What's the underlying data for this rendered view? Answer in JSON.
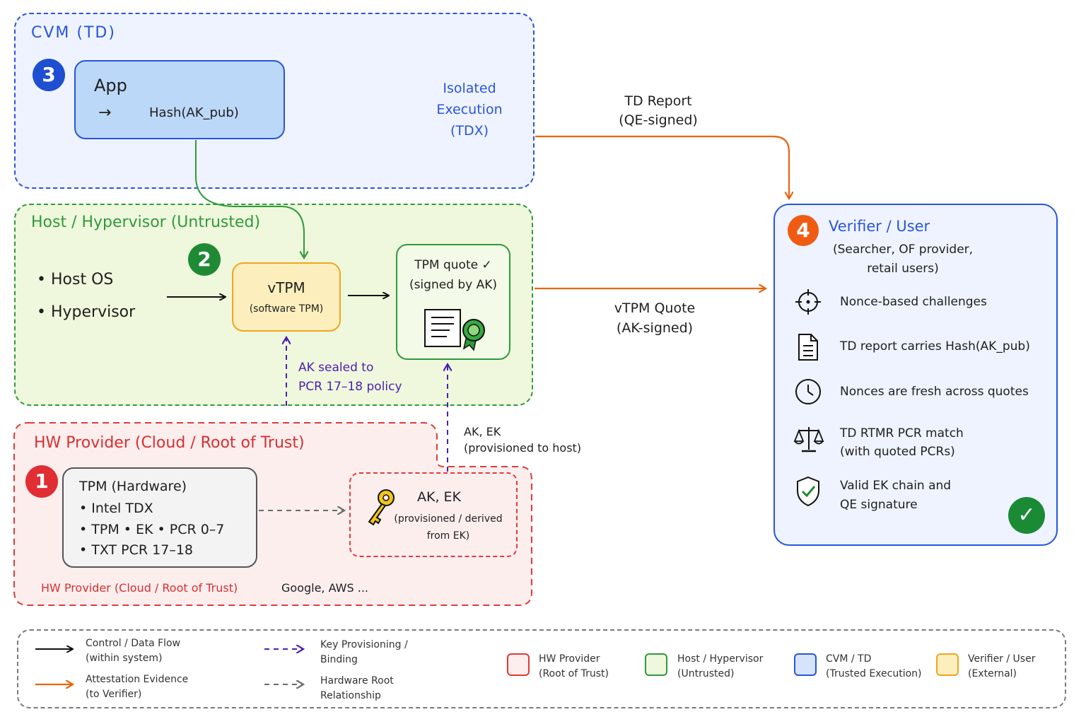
{
  "cvm": {
    "title": "CVM (TD)",
    "badge": "3",
    "app_title": "App",
    "app_arrow": "→",
    "app_hash": "Hash(AK_pub)",
    "isolated": [
      "Isolated",
      "Execution",
      "(TDX)"
    ]
  },
  "host": {
    "title": "Host / Hypervisor (Untrusted)",
    "badge": "2",
    "items": [
      "Host OS",
      "Hypervisor"
    ],
    "vtpm_title": "vTPM",
    "vtpm_sub": "(software TPM)",
    "quote_title": "TPM quote ✓",
    "quote_sub": "(signed by AK)",
    "sealed": [
      "AK sealed to",
      "PCR 17–18 policy"
    ]
  },
  "hw": {
    "title": "HW Provider (Cloud / Root of Trust)",
    "badge": "1",
    "tpm_title": "TPM (Hardware)",
    "tpm_items": [
      "Intel TDX",
      "TPM • EK • PCR 0–7",
      "TXT PCR 17–18"
    ],
    "keys_title": "AK, EK",
    "keys_sub": [
      "(provisioned / derived",
      "from EK)"
    ],
    "footer_red": "HW Provider (Cloud / Root of Trust)",
    "footer_black": "Google, AWS ..."
  },
  "flows": {
    "td_report": [
      "TD Report",
      "(QE-signed)"
    ],
    "vtpm_quote": [
      "vTPM Quote",
      "(AK-signed)"
    ],
    "ak_ek": [
      "AK, EK",
      "(provisioned to host)"
    ]
  },
  "verifier": {
    "badge": "4",
    "title": "Verifier / User",
    "sub": [
      "(Searcher, OF provider,",
      "retail users)"
    ],
    "checks": [
      {
        "icon": "crosshair-icon",
        "lines": [
          "Nonce-based challenges"
        ]
      },
      {
        "icon": "document-icon",
        "lines": [
          "TD report carries Hash(AK_pub)"
        ]
      },
      {
        "icon": "clock-icon",
        "lines": [
          "Nonces are fresh across quotes"
        ]
      },
      {
        "icon": "scales-icon",
        "lines": [
          "TD RTMR PCR match",
          "(with quoted PCRs)"
        ]
      },
      {
        "icon": "shield-check-icon",
        "lines": [
          "Valid EK chain and",
          "QE signature"
        ]
      }
    ],
    "ok_mark": "✓"
  },
  "legend": {
    "control": [
      "Control / Data Flow",
      "(within system)"
    ],
    "attestation": [
      "Attestation Evidence",
      "(to Verifier)"
    ],
    "key_prov": [
      "Key Provisioning /",
      "Binding"
    ],
    "hw_root": [
      "Hardware Root",
      "Relationship"
    ],
    "sw_hw": [
      "HW Provider",
      "(Root of Trust)"
    ],
    "sw_host": [
      "Host / Hypervisor",
      "(Untrusted)"
    ],
    "sw_cvm": [
      "CVM / TD",
      "(Trusted Execution)"
    ],
    "sw_verifier": [
      "Verifier / User",
      "(External)"
    ]
  },
  "colors": {
    "cvm": "#2a55d8",
    "host": "#2f9a3c",
    "hw": "#e03a3a",
    "verifier": "#e8650e",
    "key": "#4b1fb3",
    "gray": "#6b6b6b"
  }
}
